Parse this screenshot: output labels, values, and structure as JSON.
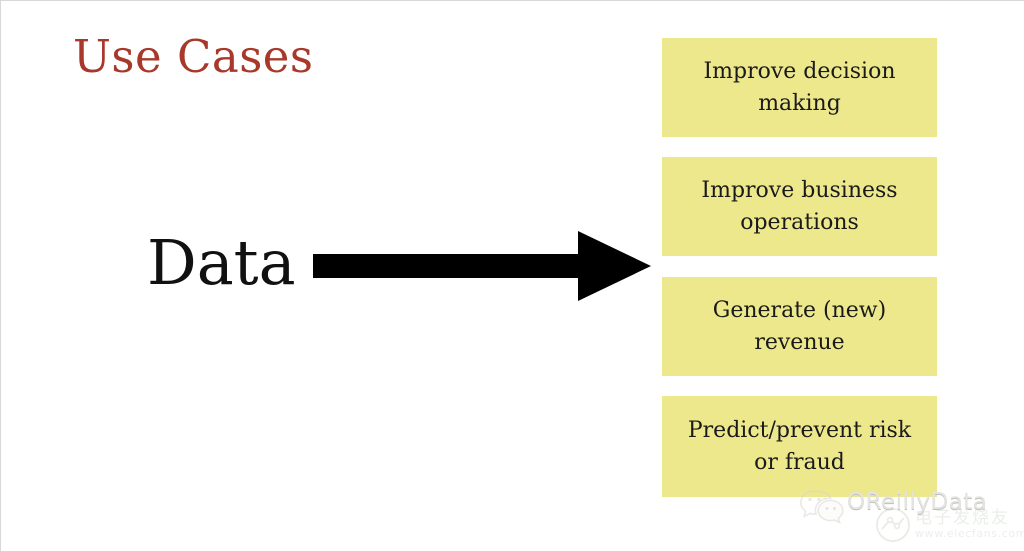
{
  "slide": {
    "title": "Use Cases",
    "title_color": "#A8382A",
    "background_color": "#FFFFFF"
  },
  "flow": {
    "source_label": "Data",
    "arrow_icon": "right-arrow-icon",
    "arrow_color": "#000000"
  },
  "outcomes": {
    "box_color": "#EDE88C",
    "text_color": "#1A1A1A",
    "items": [
      {
        "label": "Improve decision making"
      },
      {
        "label": "Improve business operations"
      },
      {
        "label": "Generate (new) revenue"
      },
      {
        "label": "Predict/prevent risk or fraud"
      }
    ]
  },
  "watermark": {
    "wechat_icon": "wechat-icon",
    "brand": "OReillyData",
    "elecfans_logo_icon": "elecfans-logo-icon",
    "elecfans_cn": "电子发烧友",
    "elecfans_url": "www.elecfans.com"
  }
}
